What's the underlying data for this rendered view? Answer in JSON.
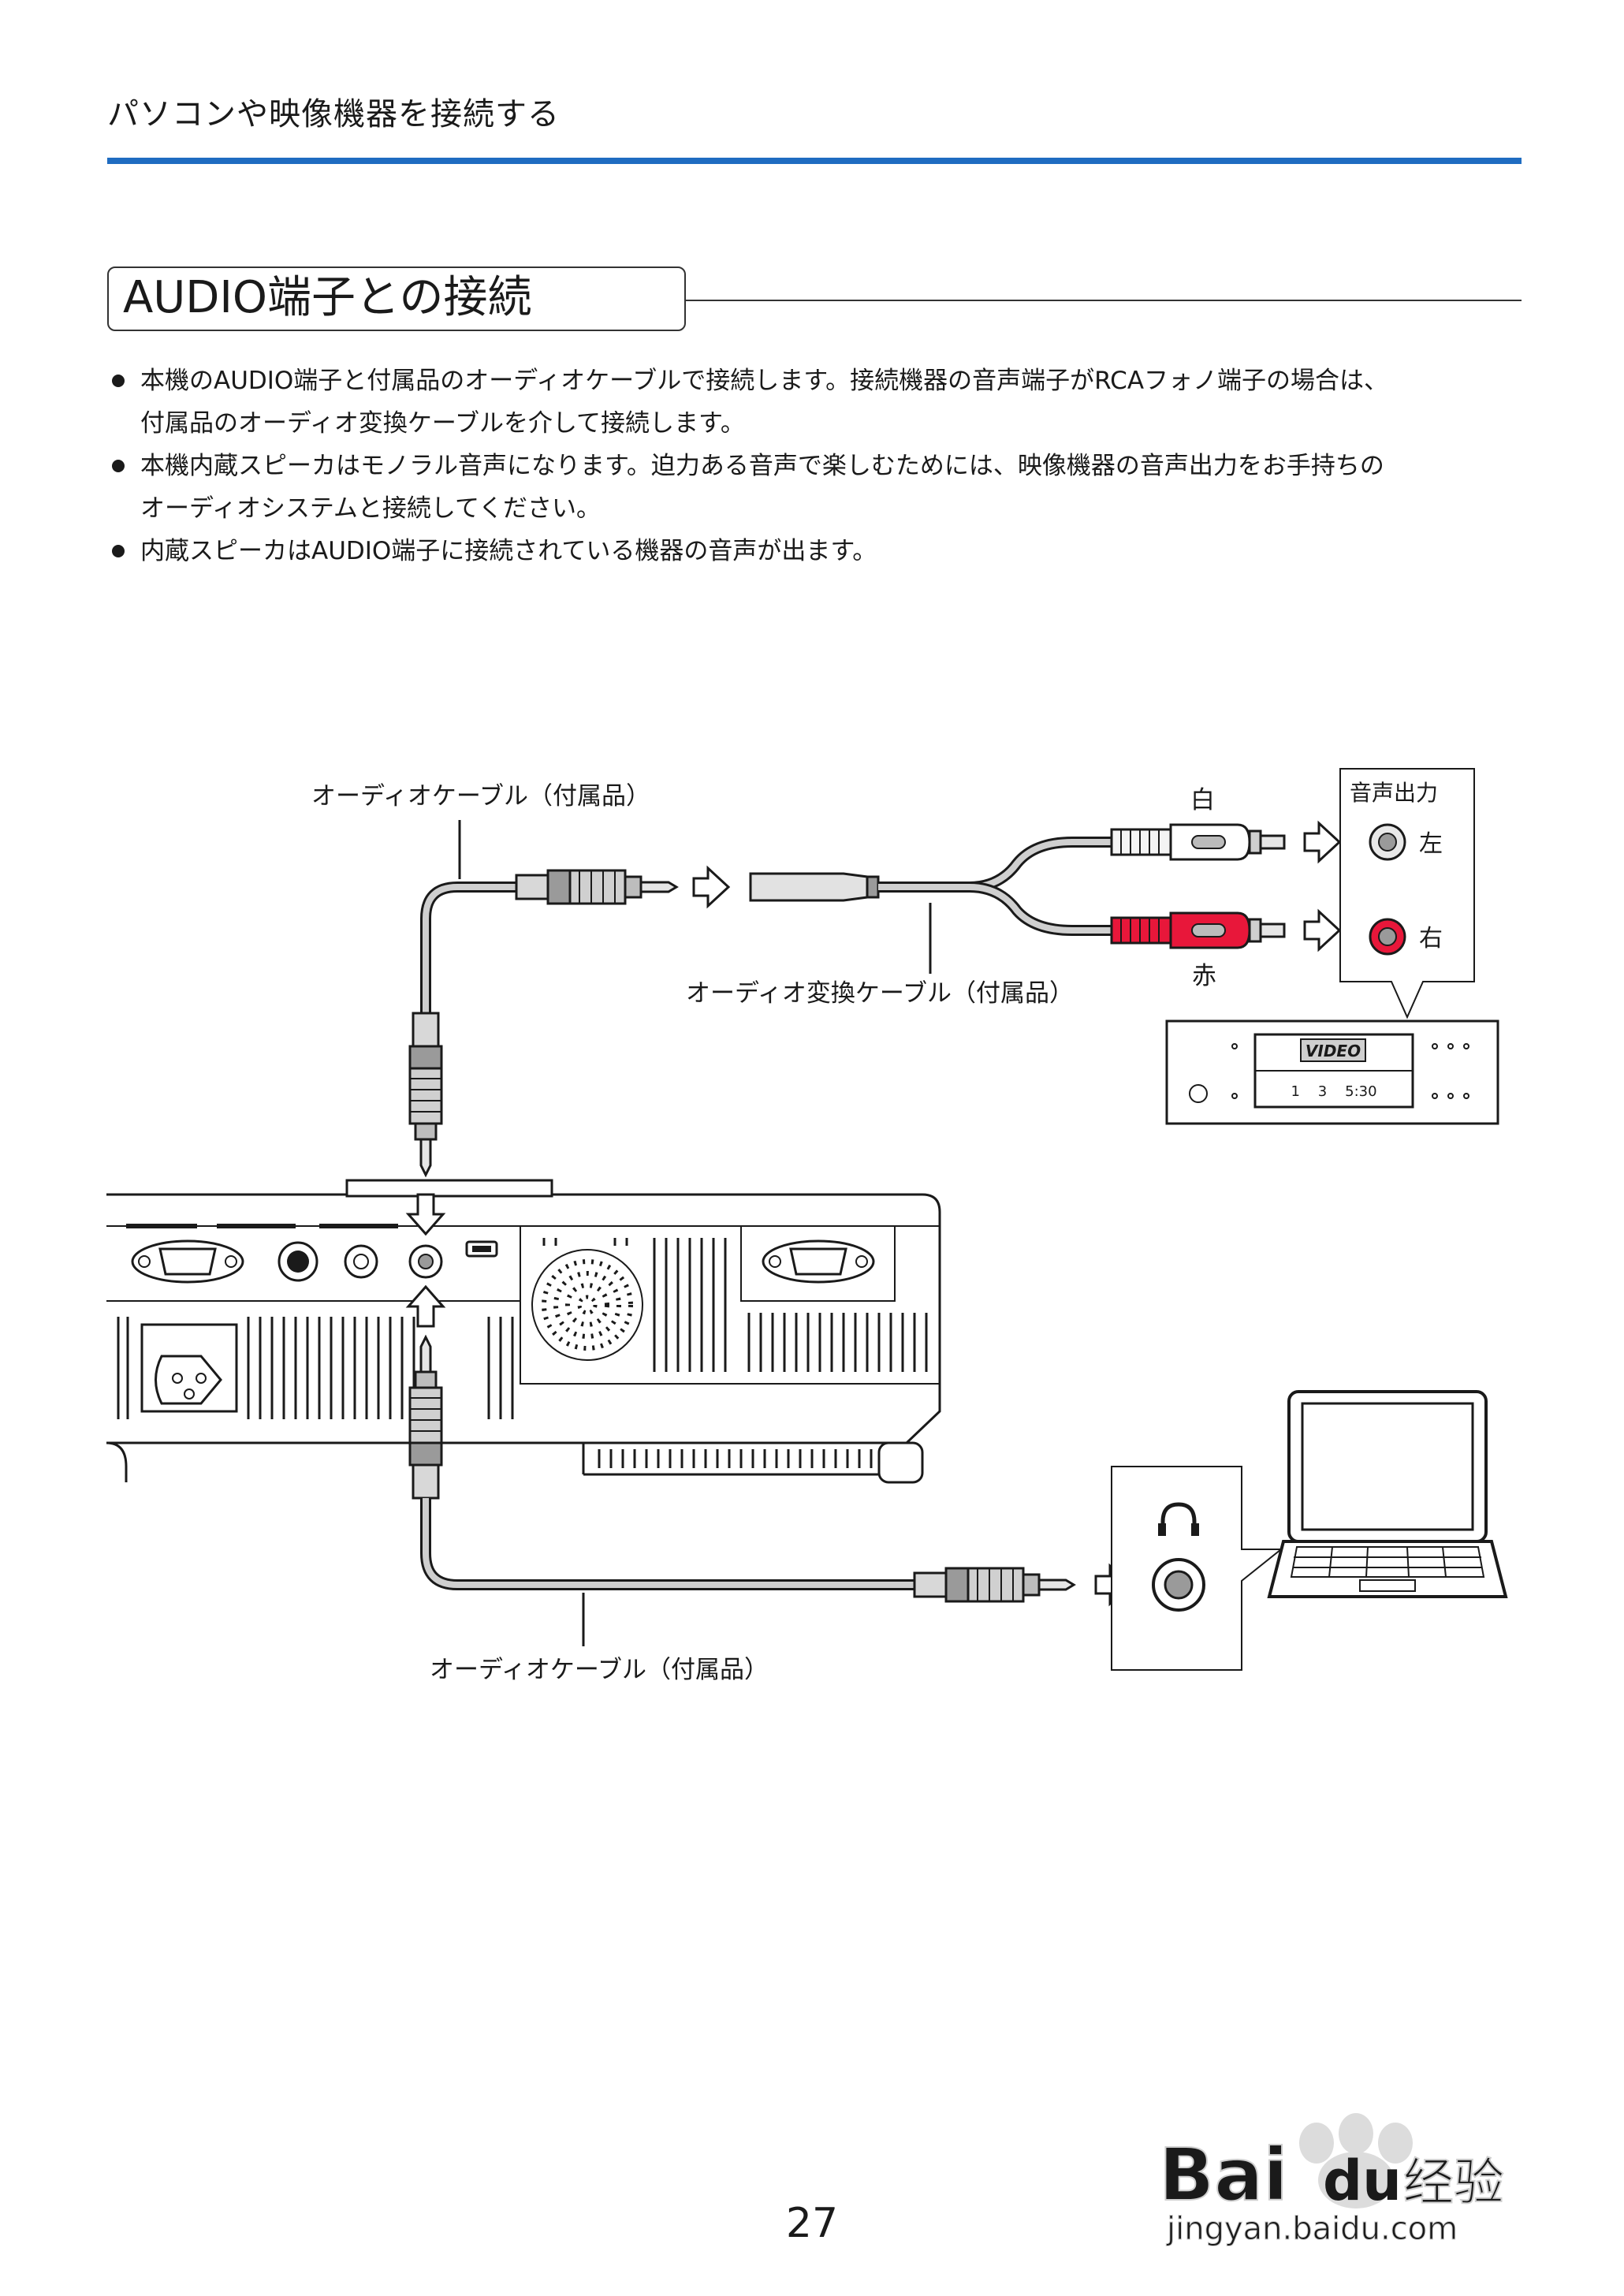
{
  "header": {
    "title": "パソコンや映像機器を接続する"
  },
  "section": {
    "title": "AUDIO端子との接続"
  },
  "bullets": [
    {
      "line1": "本機のAUDIO端子と付属品のオーディオケーブルで接続します。接続機器の音声端子がRCAフォノ端子の場合は、",
      "line2": "付属品のオーディオ変換ケーブルを介して接続します。"
    },
    {
      "line1": "本機内蔵スピーカはモノラル音声になります。迫力ある音声で楽しむためには、映像機器の音声出力をお手持ちの",
      "line2": "オーディオシステムと接続してください。"
    },
    {
      "line1": "内蔵スピーカはAUDIO端子に接続されている機器の音声が出ます。",
      "line2": ""
    }
  ],
  "diagram": {
    "top_cable_label": "オーディオケーブル（付属品）",
    "converter_cable_label": "オーディオ変換ケーブル（付属品）",
    "bottom_cable_label": "オーディオケーブル（付属品）",
    "white_label": "白",
    "red_label": "赤",
    "audio_out_label": "音声出力",
    "left_label": "左",
    "right_label": "右",
    "vcr_badge": "VIDEO",
    "vcr_display": "1    3    5:30",
    "colors": {
      "red_plug": "#e8173a",
      "accent_blue": "#1f6cc1"
    }
  },
  "page_number": "27",
  "watermark": {
    "brand_left": "Bai",
    "brand_right": "du",
    "brand_cn": "经验",
    "url": "jingyan.baidu.com"
  }
}
